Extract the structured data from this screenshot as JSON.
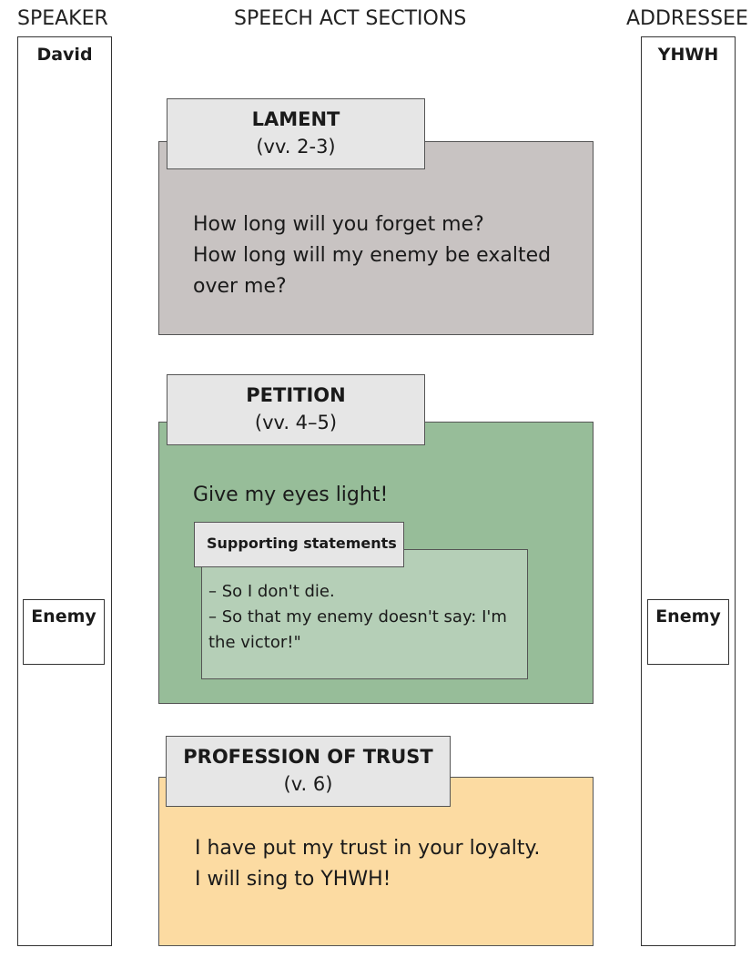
{
  "headers": {
    "speaker": "SPEAKER",
    "sections": "SPEECH ACT SECTIONS",
    "addressee": "ADDRESSEE"
  },
  "speaker_column": {
    "name": "David",
    "secondary": "Enemy"
  },
  "addressee_column": {
    "name": "YHWH",
    "secondary": "Enemy"
  },
  "sections": [
    {
      "title": "LAMENT",
      "verses": "(vv. 2-3)",
      "color": "#c8c3c2",
      "lines": [
        "How long will you forget me?",
        "How long will my enemy be exalted",
        "over me?"
      ]
    },
    {
      "title": "PETITION",
      "verses": "(vv. 4–5)",
      "color": "#97bd99",
      "lines": [
        "Give my eyes light!"
      ],
      "supporting": {
        "title": "Supporting statements",
        "lines": [
          "– So I don't die.",
          "– So that my enemy doesn't say: I'm",
          "the victor!\""
        ]
      }
    },
    {
      "title": "PROFESSION OF TRUST",
      "verses": "(v. 6)",
      "color": "#fcdba2",
      "lines": [
        "I have put my trust in your loyalty.",
        "I will sing to YHWH!"
      ]
    }
  ]
}
